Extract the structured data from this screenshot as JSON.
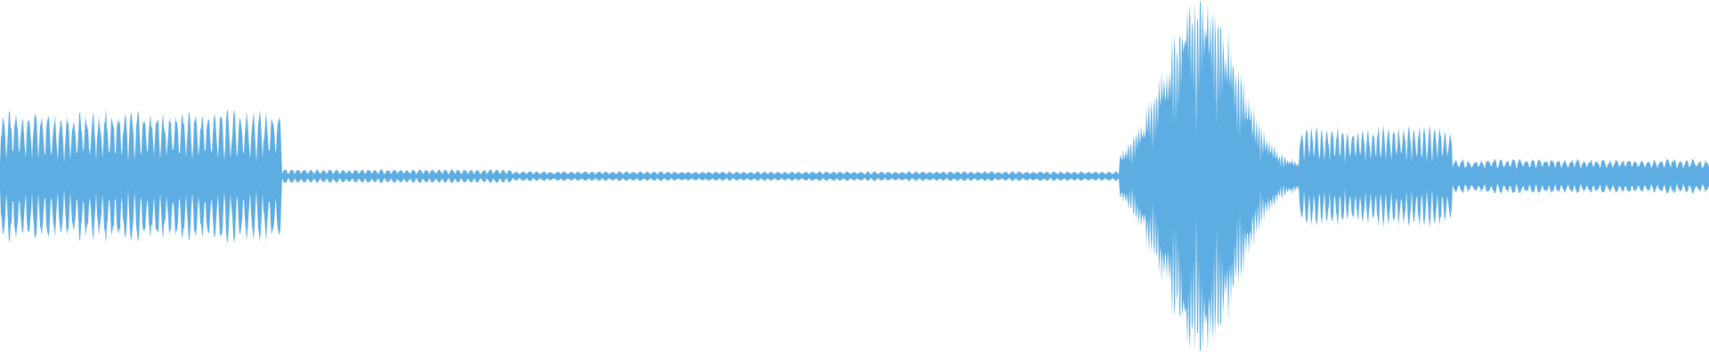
{
  "waveform": {
    "color": "#5dade2",
    "background": "#ffffff",
    "segments": [
      {
        "from": 0.0,
        "to": 0.165,
        "level": 0.34,
        "wobble": 0.75,
        "cycles": 44
      },
      {
        "from": 0.165,
        "to": 0.3,
        "level": 0.035,
        "wobble": 0.7,
        "cycles": 36
      },
      {
        "from": 0.3,
        "to": 0.655,
        "level": 0.025,
        "wobble": 0.6,
        "cycles": 88
      },
      {
        "from": 0.655,
        "to": 0.76,
        "level": 1.0,
        "wobble": 0.35,
        "cycles": 70,
        "burst": true
      },
      {
        "from": 0.76,
        "to": 0.85,
        "level": 0.26,
        "wobble": 0.7,
        "cycles": 30
      },
      {
        "from": 0.85,
        "to": 1.0,
        "level": 0.09,
        "wobble": 0.5,
        "cycles": 40
      }
    ]
  }
}
